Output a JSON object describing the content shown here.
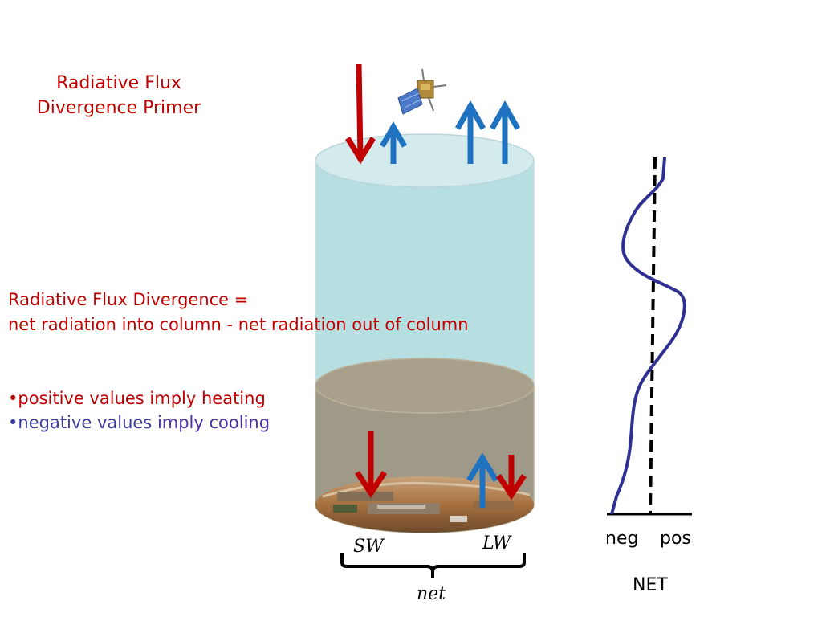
{
  "title": {
    "line1": "Radiative Flux",
    "line2": "Divergence Primer"
  },
  "definition": {
    "line1": "Radiative Flux Divergence =",
    "line2": "net radiation into column  - net radiation out of column"
  },
  "bullets": [
    {
      "marker": "•",
      "text": "positive values imply heating"
    },
    {
      "marker": "•",
      "words": [
        "negative",
        "values",
        "imply",
        "cooling"
      ]
    }
  ],
  "column_labels": {
    "sw": "SW",
    "lw": "LW",
    "net": "net"
  },
  "profile_labels": {
    "neg": "neg",
    "pos": "pos",
    "net": "NET"
  },
  "colors": {
    "title": "#c00000",
    "red_arrow": "#c00000",
    "blue_arrow": "#1f72c0",
    "bullet_negative": "#3a3a9a",
    "bullet_negative_alt": "#4a2fa0",
    "profile_line": "#2e3192",
    "column_top": "#b9dfe2",
    "column_bottom": "#9d9a86"
  },
  "icons": {
    "satellite": "satellite-icon"
  }
}
